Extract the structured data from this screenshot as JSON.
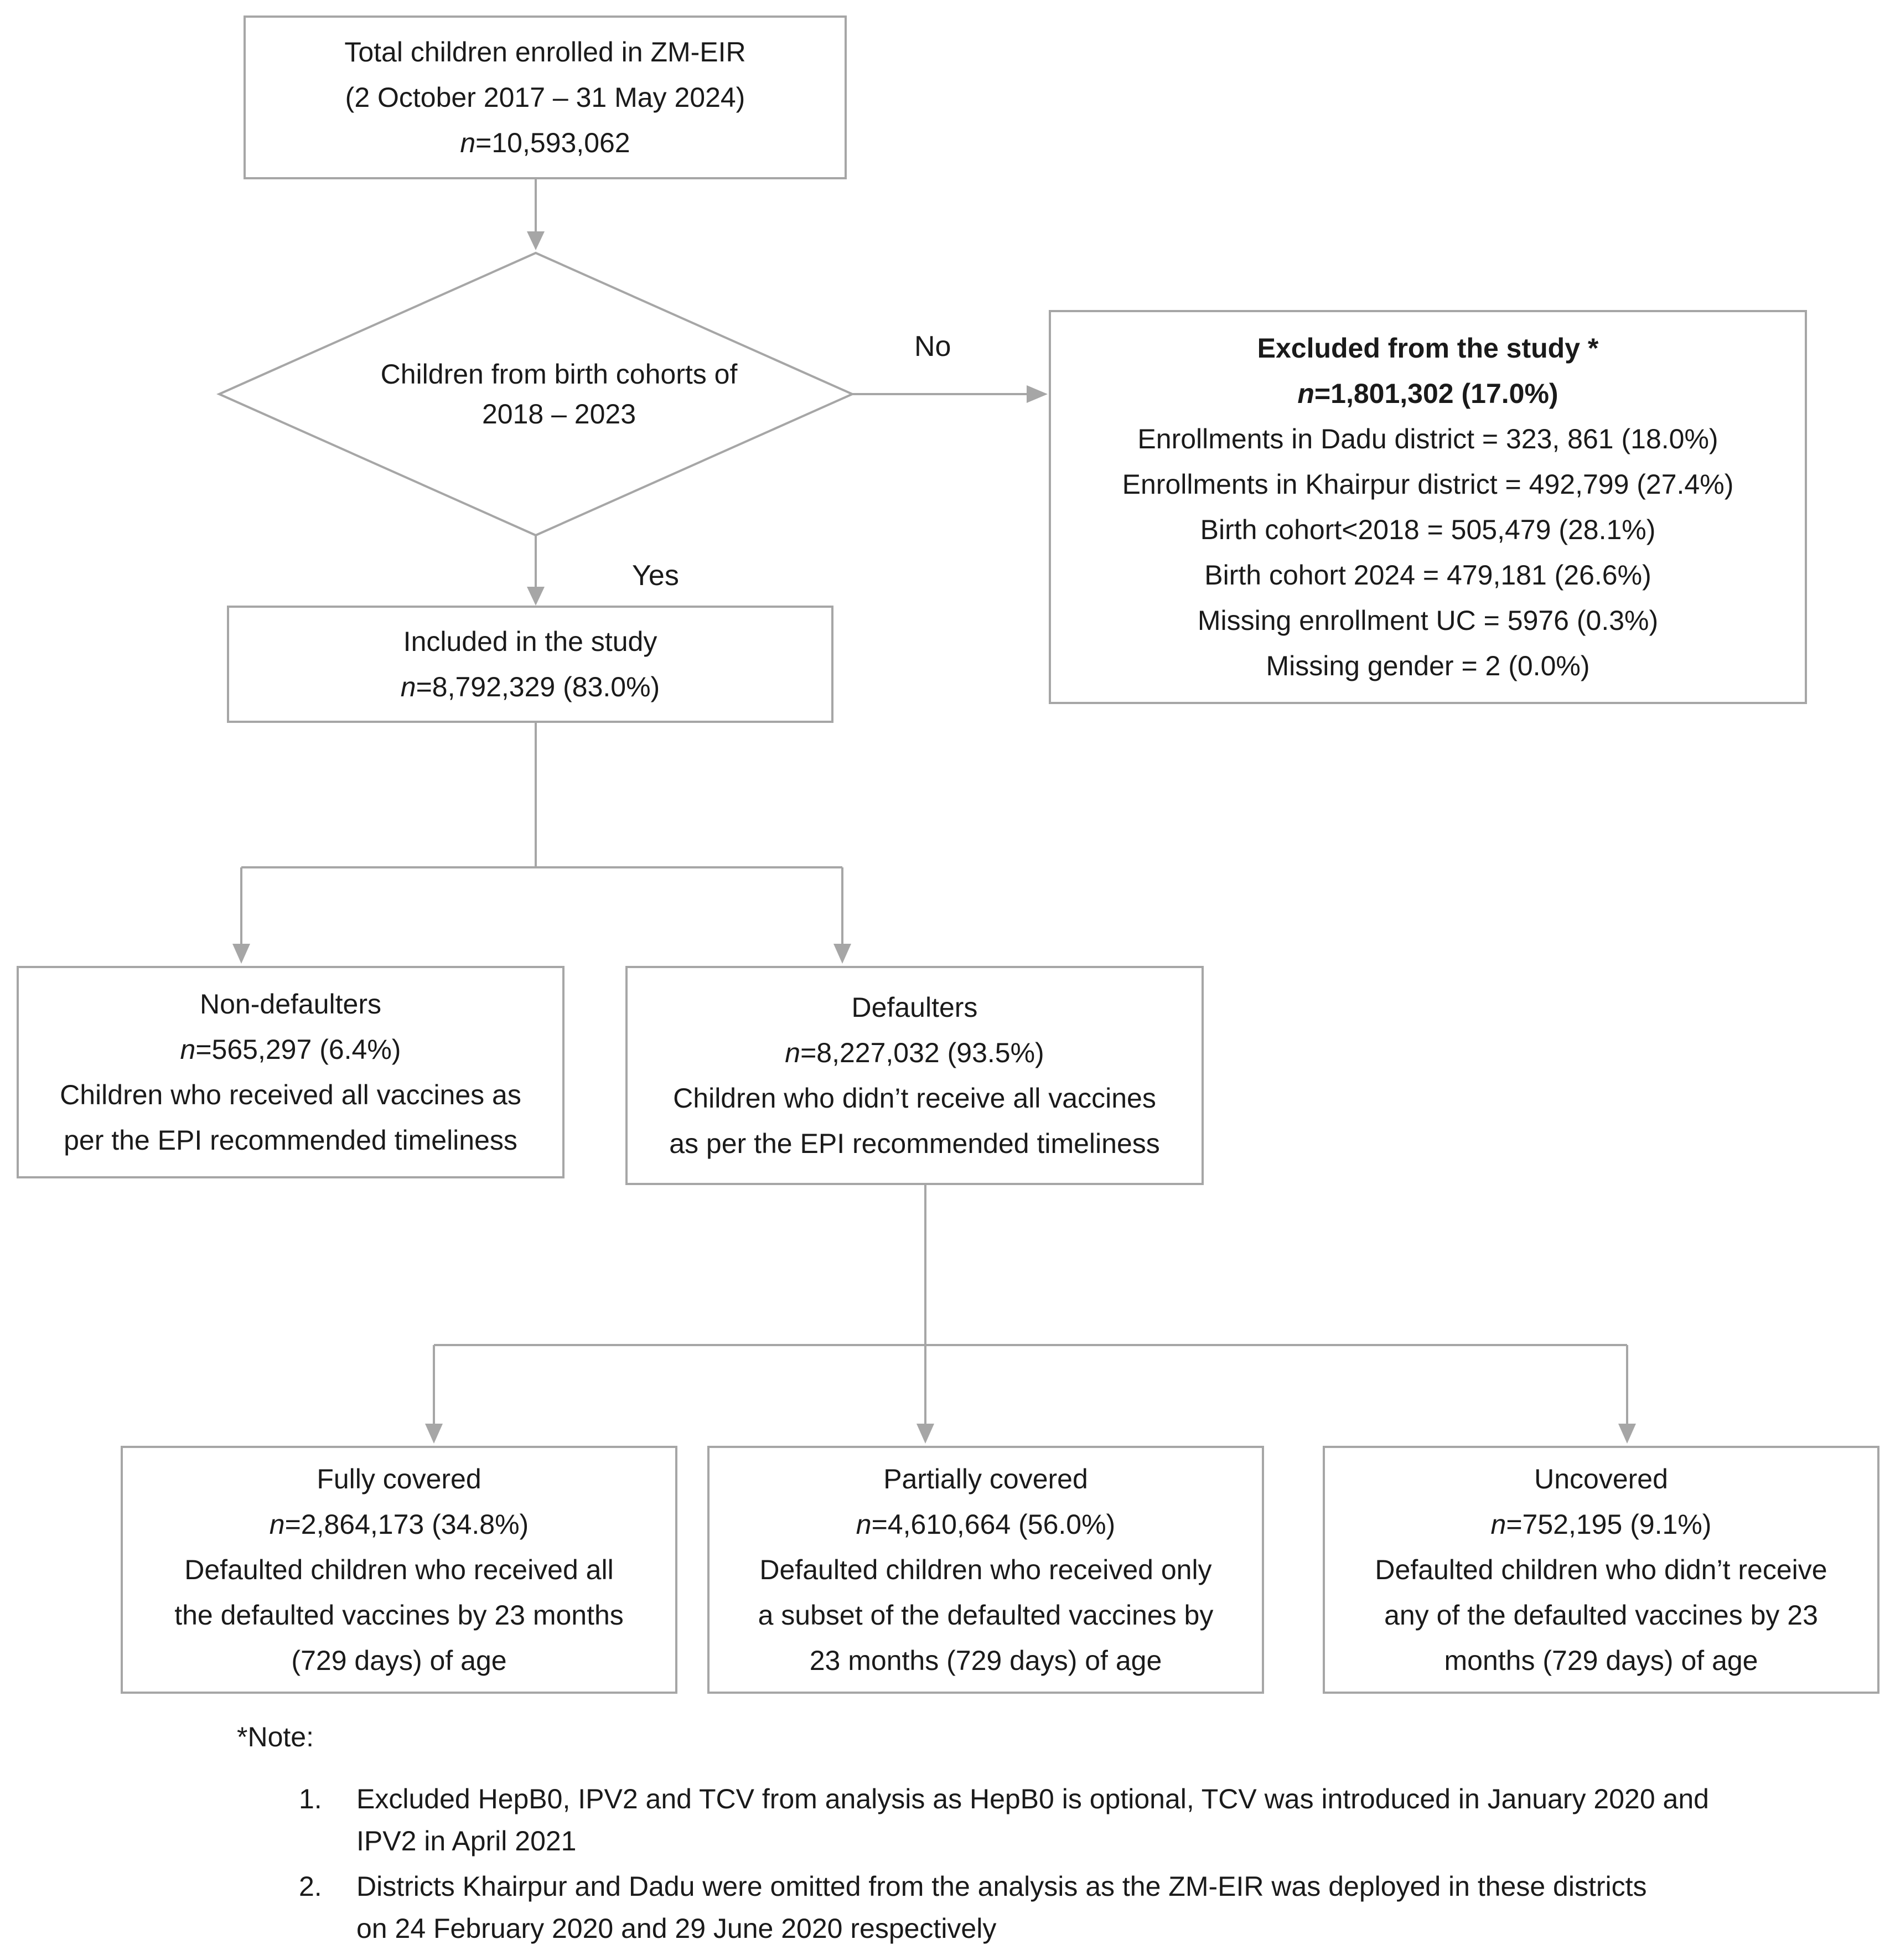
{
  "diagram": {
    "nodes": {
      "enrolled": {
        "lines": [
          "Total children enrolled in ZM-EIR",
          "(2 October 2017 – 31 May 2024)"
        ],
        "n_value": "=10,593,062"
      },
      "decision": {
        "lines": [
          "Children from birth cohorts of",
          "2018 – 2023"
        ]
      },
      "excluded": {
        "title": "Excluded from the study *",
        "n_value": "=1,801,302 (17.0%)",
        "items": [
          "Enrollments in Dadu district = 323, 861 (18.0%)",
          "Enrollments in Khairpur district = 492,799 (27.4%)",
          "Birth cohort<2018 = 505,479 (28.1%)",
          "Birth cohort 2024 = 479,181 (26.6%)",
          "Missing enrollment UC = 5976 (0.3%)",
          "Missing gender = 2 (0.0%)"
        ]
      },
      "included": {
        "lines": [
          "Included in the study"
        ],
        "n_value": "=8,792,329 (83.0%)"
      },
      "non_defaulters": {
        "title": "Non-defaulters",
        "n_value": "=565,297 (6.4%)",
        "desc": [
          "Children who received all vaccines as",
          "per the EPI recommended timeliness"
        ]
      },
      "defaulters": {
        "title": "Defaulters",
        "n_value": "=8,227,032 (93.5%)",
        "desc": [
          "Children who didn’t receive all vaccines",
          "as per the EPI recommended timeliness"
        ]
      },
      "fully": {
        "title": "Fully covered",
        "n_value": "=2,864,173 (34.8%)",
        "desc": [
          "Defaulted children who received all",
          "the defaulted vaccines by 23 months",
          "(729 days) of age"
        ]
      },
      "partially": {
        "title": "Partially covered",
        "n_value": "=4,610,664 (56.0%)",
        "desc": [
          "Defaulted children who received only",
          "a subset of the defaulted vaccines by",
          "23 months (729 days) of age"
        ]
      },
      "uncovered": {
        "title": "Uncovered",
        "n_value": "=752,195 (9.1%)",
        "desc": [
          "Defaulted children who didn’t receive",
          "any of the defaulted vaccines by 23",
          "months (729 days) of age"
        ]
      }
    },
    "n_symbol": "n",
    "edge_labels": {
      "no": "No",
      "yes": "Yes"
    },
    "colors": {
      "stroke": "#a6a6a6",
      "text": "#1a1a1a"
    }
  },
  "notes": {
    "heading": "*Note:",
    "items": [
      {
        "num": "1.",
        "lines": [
          "Excluded HepB0, IPV2 and TCV from analysis as HepB0 is optional, TCV was introduced in January 2020 and",
          "IPV2 in April 2021"
        ]
      },
      {
        "num": "2.",
        "lines": [
          "Districts Khairpur and Dadu were omitted from the analysis as the ZM-EIR was deployed in these districts",
          "on 24 February 2020 and 29 June 2020 respectively"
        ]
      }
    ]
  }
}
